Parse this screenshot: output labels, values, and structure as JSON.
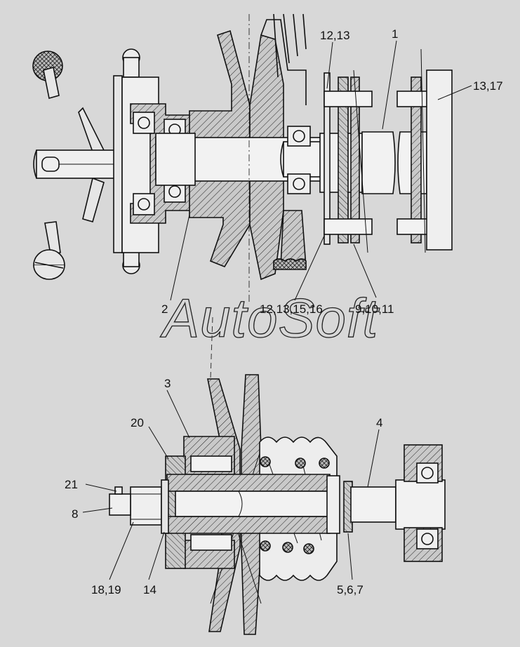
{
  "watermark": "AutoSoft",
  "colors": {
    "background": "#d8d8d8",
    "line": "#111111",
    "hatch": "#bdbdbd"
  },
  "callouts": {
    "c1": "1",
    "c12_13": "12,13",
    "c13_17": "13,17",
    "c2": "2",
    "c12_13_15_16": "12,13,15,16",
    "c9_10_11": "9,10,11",
    "c3": "3",
    "c20": "20",
    "c4": "4",
    "c21": "21",
    "c8": "8",
    "c18_19": "18,19",
    "c14": "14",
    "c5_6_7": "5,6,7"
  }
}
